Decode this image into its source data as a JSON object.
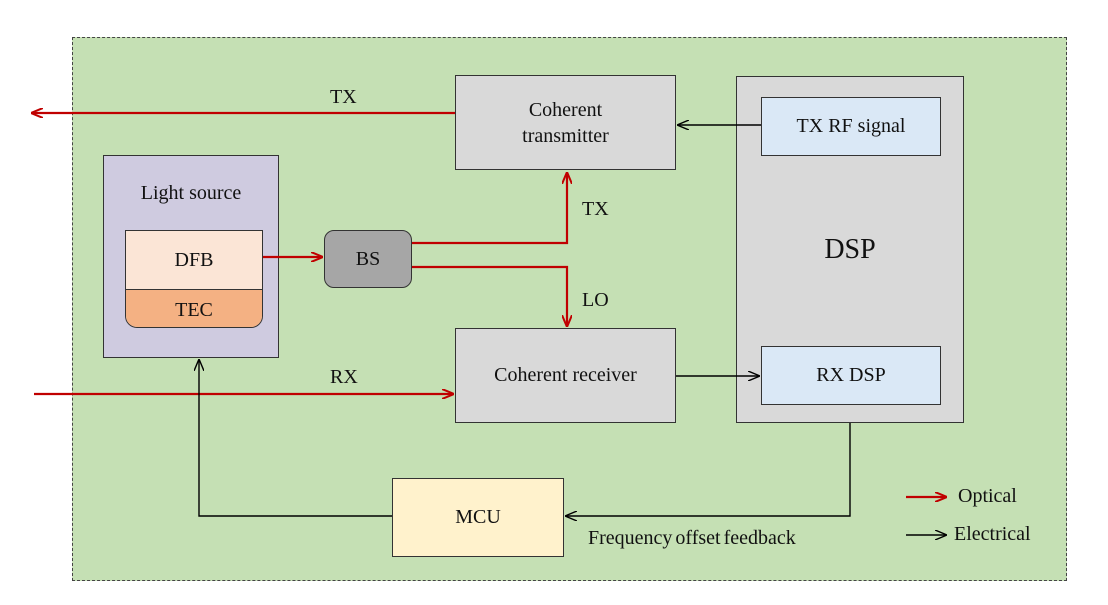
{
  "blocks": {
    "coherent_transmitter": "Coherent transmitter",
    "coherent_receiver": "Coherent receiver",
    "light_source": "Light source",
    "dfb": "DFB",
    "tec": "TEC",
    "bs": "BS",
    "dsp": "DSP",
    "tx_rf_signal": "TX RF signal",
    "rx_dsp": "RX DSP",
    "mcu": "MCU"
  },
  "labels": {
    "tx_out": "TX",
    "tx_up": "TX",
    "lo": "LO",
    "rx_in": "RX",
    "feedback": "Frequency offset feedback"
  },
  "legend": {
    "optical": "Optical",
    "electrical": "Electrical"
  },
  "colors": {
    "optical": "#c00000",
    "electrical": "#000000",
    "background": "#c5e0b4",
    "light_source_fill": "#cfcbe0",
    "dfb_fill": "#fbe5d6",
    "tec_fill": "#f4b183",
    "mcu_fill": "#fff2cc",
    "dsp_sub_fill": "#dae8f6",
    "block_fill": "#d9d9d9"
  }
}
